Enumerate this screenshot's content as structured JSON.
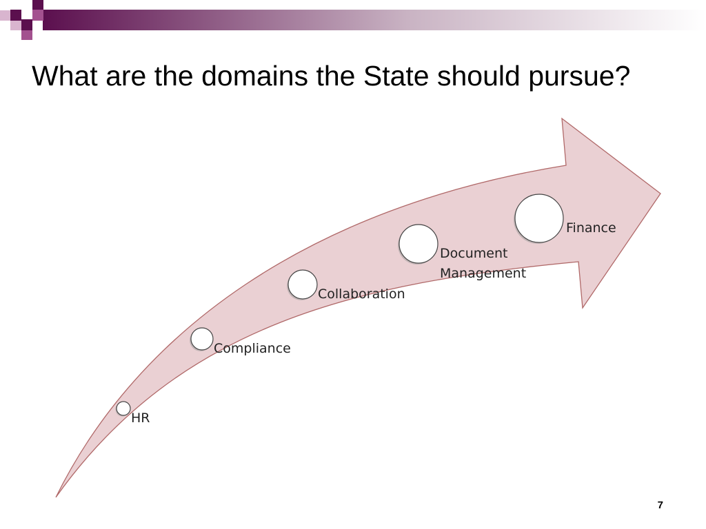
{
  "slide": {
    "title": "What are the domains the State should pursue?",
    "page_number": "7"
  },
  "theme": {
    "accent": "#5b0f4e",
    "accent_light": "#a3518f",
    "arrow_fill": "#ead0d3",
    "arrow_stroke": "#b06868"
  },
  "domains": [
    {
      "label": "HR",
      "order": 1
    },
    {
      "label": "Compliance",
      "order": 2
    },
    {
      "label": "Collaboration",
      "order": 3
    },
    {
      "label": "Document Management",
      "order": 4,
      "lines": [
        "Document",
        "Management"
      ]
    },
    {
      "label": "Finance",
      "order": 5
    }
  ]
}
